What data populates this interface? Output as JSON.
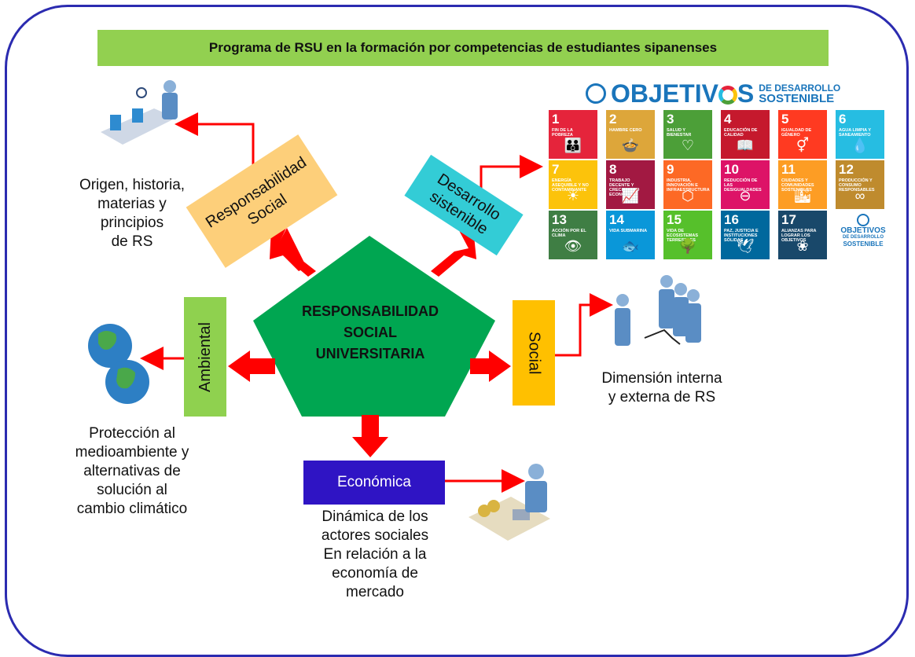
{
  "title": "Programa de RSU en la formación por competencias de estudiantes sipanenses",
  "center": [
    "RESPONSABILIDAD",
    "SOCIAL",
    "UNIVERSITARIA"
  ],
  "boxes": {
    "responsabilidad_social": [
      "Responsabilidad",
      "Social"
    ],
    "desarrollo_sostenible": [
      "Desarrollo",
      "sistenible"
    ],
    "ambiental": "Ambiental",
    "social": "Social",
    "economica": "Económica"
  },
  "labels": {
    "rs": [
      "Origen, historia,",
      "materias y",
      "principios",
      "de RS"
    ],
    "ambiental": [
      "Protección al",
      "medioambiente y",
      "alternativas de",
      "solución al",
      "cambio climático"
    ],
    "social": [
      "Dimensión interna",
      "y externa de RS"
    ],
    "economica": [
      "Dinámica de los",
      "actores sociales",
      "En relación a la",
      "economía de",
      "mercado"
    ]
  },
  "sdg": {
    "header_main": "OBJETIV",
    "header_tail": "S",
    "header_small_1": "DE DESARROLLO",
    "header_small_2": "SOSTENIBLE",
    "logo_1": "OBJETIVOS",
    "logo_2": "DE DESARROLLO",
    "logo_3": "SOSTENIBLE",
    "goals": [
      {
        "n": "1",
        "t": "FIN DE LA POBREZA",
        "c": "#e5243b",
        "i": "👪"
      },
      {
        "n": "2",
        "t": "HAMBRE CERO",
        "c": "#dda63a",
        "i": "🍲"
      },
      {
        "n": "3",
        "t": "SALUD Y BIENESTAR",
        "c": "#4c9f38",
        "i": "♡"
      },
      {
        "n": "4",
        "t": "EDUCACIÓN DE CALIDAD",
        "c": "#c5192d",
        "i": "📖"
      },
      {
        "n": "5",
        "t": "IGUALDAD DE GÉNERO",
        "c": "#ff3a21",
        "i": "⚥"
      },
      {
        "n": "6",
        "t": "AGUA LIMPIA Y SANEAMIENTO",
        "c": "#26bde2",
        "i": "💧"
      },
      {
        "n": "7",
        "t": "ENERGÍA ASEQUIBLE Y NO CONTAMINANTE",
        "c": "#fcc30b",
        "i": "☀"
      },
      {
        "n": "8",
        "t": "TRABAJO DECENTE Y CRECIMIENTO ECONÓMICO",
        "c": "#a21942",
        "i": "📈"
      },
      {
        "n": "9",
        "t": "INDUSTRIA, INNOVACIÓN E INFRAESTRUCTURA",
        "c": "#fd6925",
        "i": "⬡"
      },
      {
        "n": "10",
        "t": "REDUCCIÓN DE LAS DESIGUALDADES",
        "c": "#dd1367",
        "i": "⊖"
      },
      {
        "n": "11",
        "t": "CIUDADES Y COMUNIDADES SOSTENIBLES",
        "c": "#fd9d24",
        "i": "🏙"
      },
      {
        "n": "12",
        "t": "PRODUCCIÓN Y CONSUMO RESPONSABLES",
        "c": "#bf8b2e",
        "i": "∞"
      },
      {
        "n": "13",
        "t": "ACCIÓN POR EL CLIMA",
        "c": "#3f7e44",
        "i": "👁"
      },
      {
        "n": "14",
        "t": "VIDA SUBMARINA",
        "c": "#0a97d9",
        "i": "🐟"
      },
      {
        "n": "15",
        "t": "VIDA DE ECOSISTEMAS TERRESTRES",
        "c": "#56c02b",
        "i": "🌳"
      },
      {
        "n": "16",
        "t": "PAZ, JUSTICIA E INSTITUCIONES SÓLIDAS",
        "c": "#00689d",
        "i": "🕊"
      },
      {
        "n": "17",
        "t": "ALIANZAS PARA LOGRAR LOS OBJETIVOS",
        "c": "#19486a",
        "i": "❀"
      }
    ]
  },
  "colors": {
    "title_bg": "#92d050",
    "pentagon": "#00a651",
    "arrow": "#ff0000",
    "rs_box": "#fdcf7a",
    "ds_box": "#33ccd6",
    "ambiental_box": "#8fd14f",
    "social_box": "#ffc000",
    "economica_box": "#2f14c4",
    "frame": "#2b2bb0"
  }
}
